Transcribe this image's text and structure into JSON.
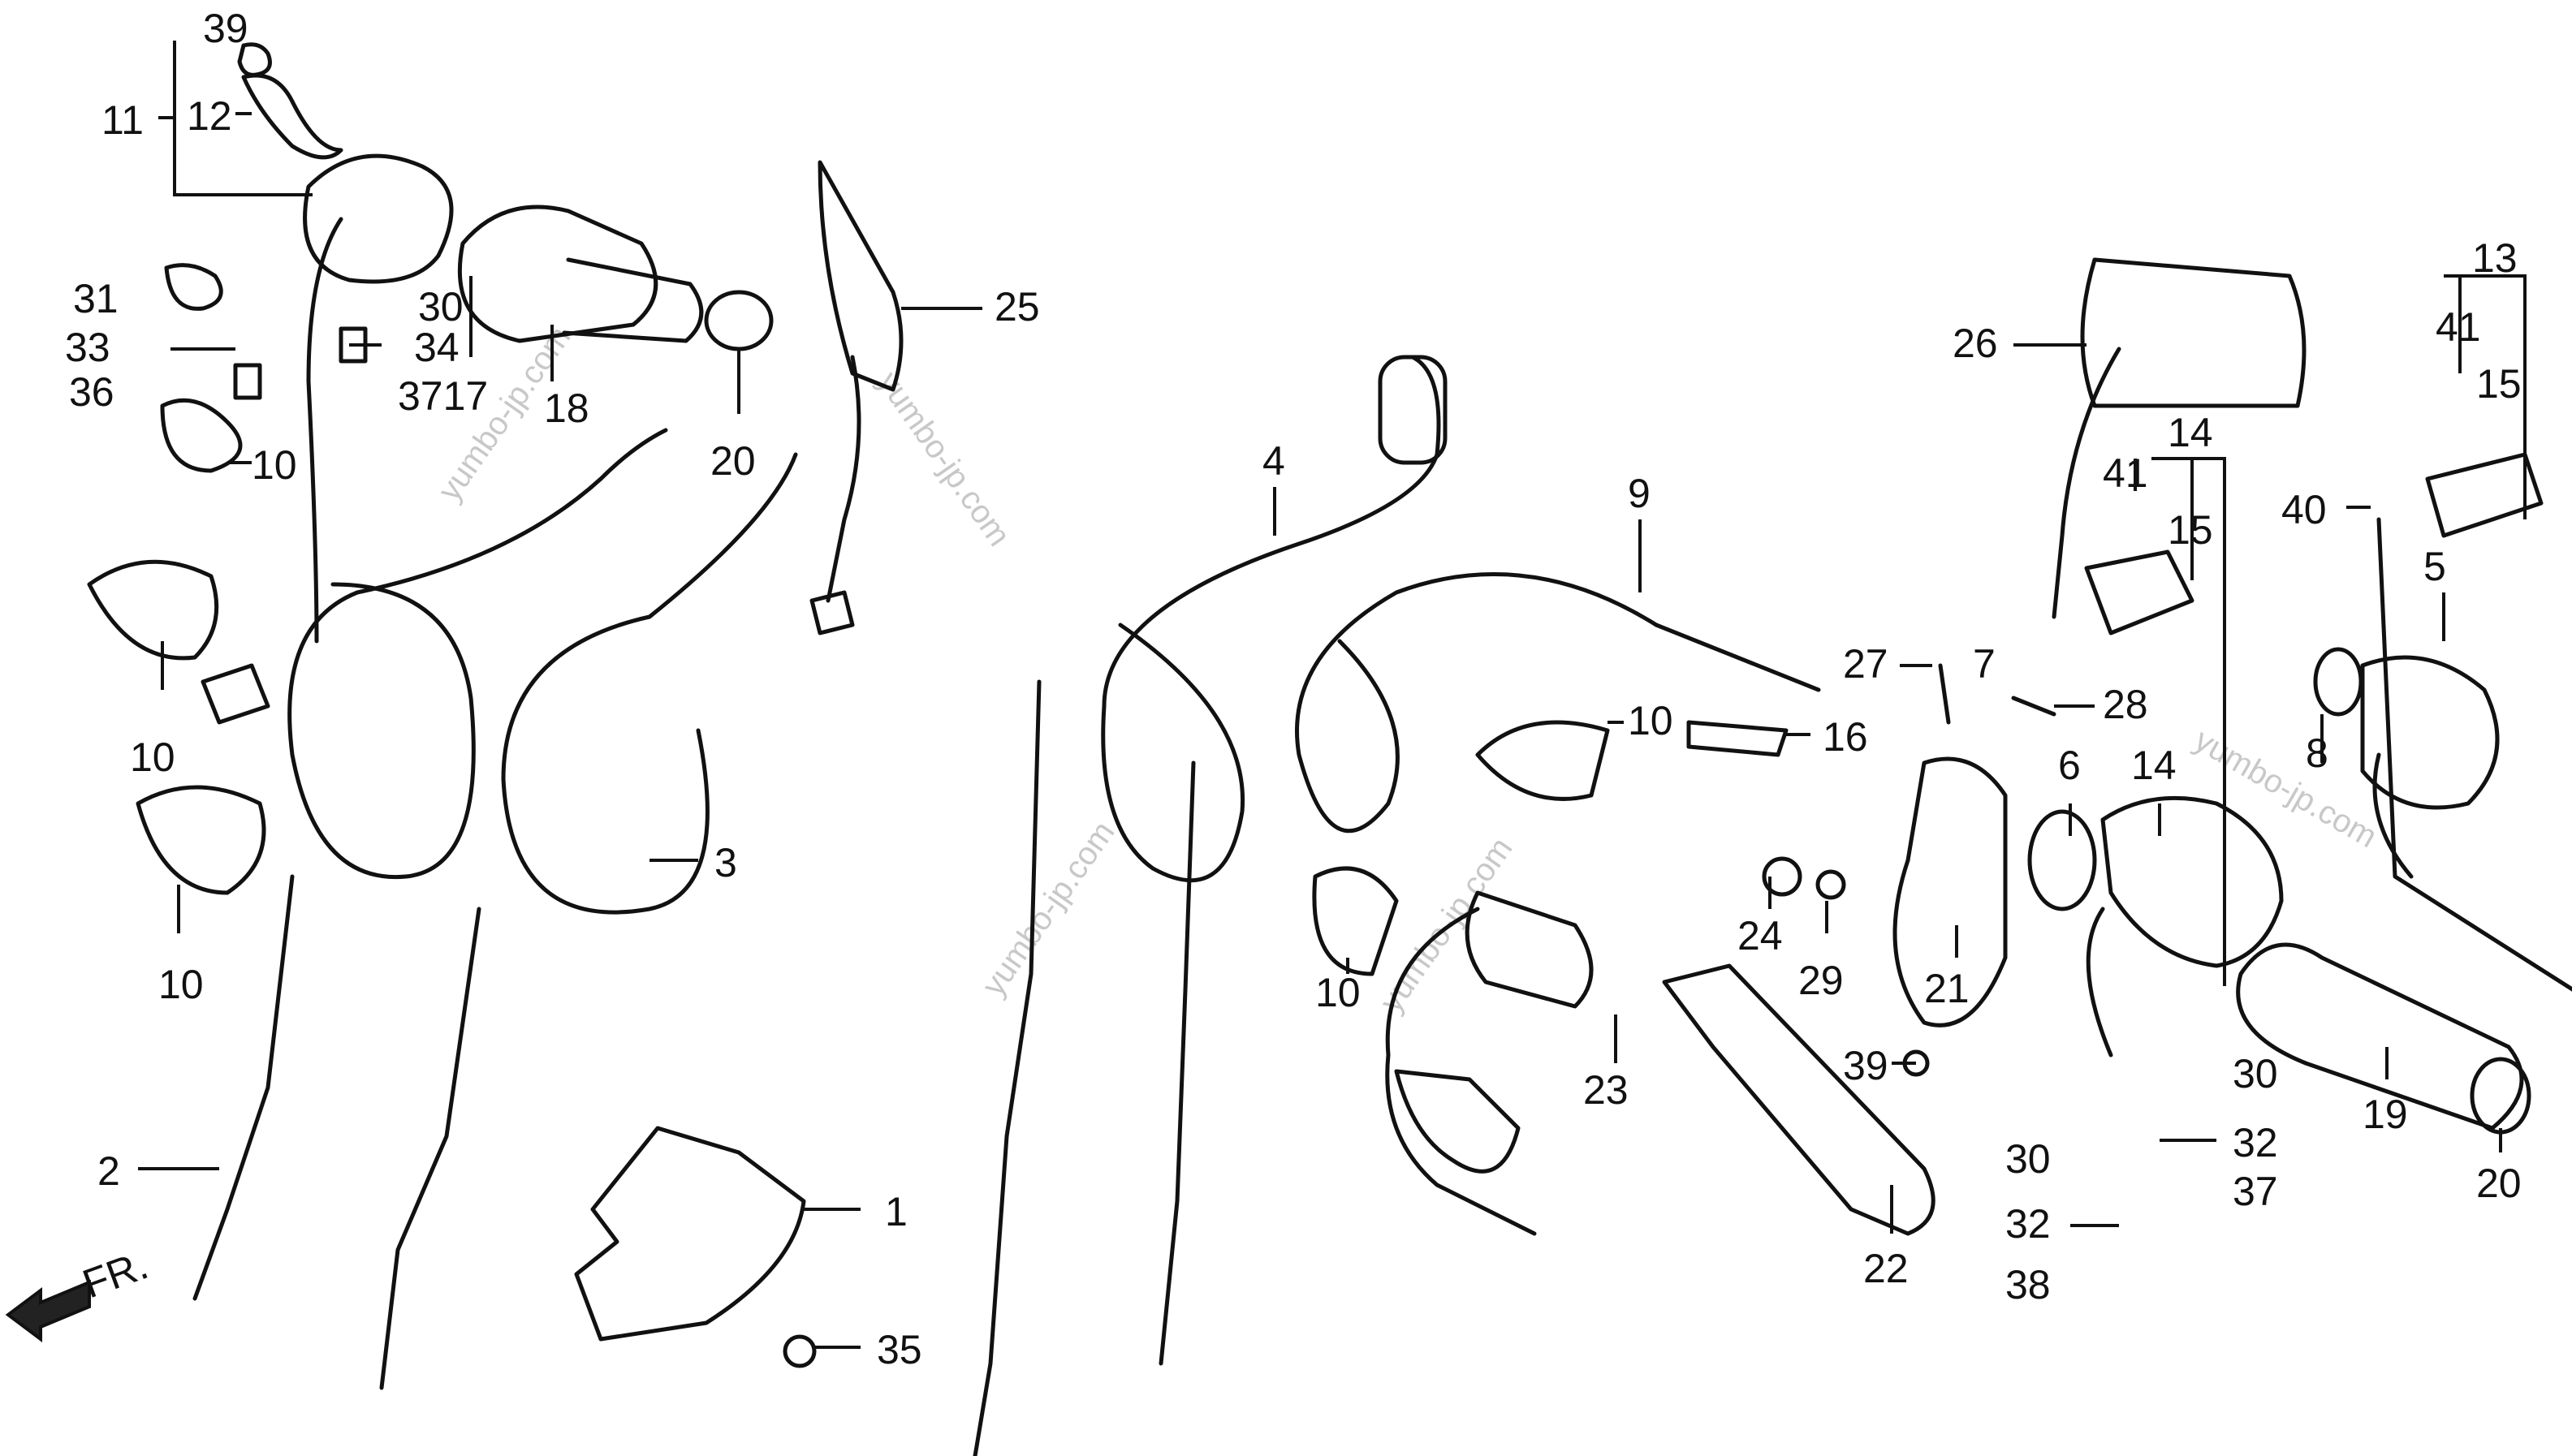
{
  "direction_label": "FR.",
  "watermark": "yumbo-jp.com",
  "callouts": [
    {
      "id": "c39a",
      "text": "39"
    },
    {
      "id": "c11",
      "text": "11"
    },
    {
      "id": "c12",
      "text": "12"
    },
    {
      "id": "c31",
      "text": "31"
    },
    {
      "id": "c33",
      "text": "33"
    },
    {
      "id": "c36",
      "text": "36"
    },
    {
      "id": "c10a",
      "text": "10"
    },
    {
      "id": "c10b",
      "text": "10"
    },
    {
      "id": "c10c",
      "text": "10"
    },
    {
      "id": "c30a",
      "text": "30"
    },
    {
      "id": "c34",
      "text": "34"
    },
    {
      "id": "c3717",
      "text": "3717"
    },
    {
      "id": "c18",
      "text": "18"
    },
    {
      "id": "c20a",
      "text": "20"
    },
    {
      "id": "c25",
      "text": "25"
    },
    {
      "id": "c2",
      "text": "2"
    },
    {
      "id": "c3",
      "text": "3"
    },
    {
      "id": "c1",
      "text": "1"
    },
    {
      "id": "c35",
      "text": "35"
    },
    {
      "id": "c4",
      "text": "4"
    },
    {
      "id": "c9",
      "text": "9"
    },
    {
      "id": "c10d",
      "text": "10"
    },
    {
      "id": "c16",
      "text": "16"
    },
    {
      "id": "c10e",
      "text": "10"
    },
    {
      "id": "c27",
      "text": "27"
    },
    {
      "id": "c7",
      "text": "7"
    },
    {
      "id": "c28",
      "text": "28"
    },
    {
      "id": "c24",
      "text": "24"
    },
    {
      "id": "c29",
      "text": "29"
    },
    {
      "id": "c21",
      "text": "21"
    },
    {
      "id": "c23",
      "text": "23"
    },
    {
      "id": "c39b",
      "text": "39"
    },
    {
      "id": "c22",
      "text": "22"
    },
    {
      "id": "c26",
      "text": "26"
    },
    {
      "id": "c14a",
      "text": "14"
    },
    {
      "id": "c41a",
      "text": "41"
    },
    {
      "id": "c15a",
      "text": "15"
    },
    {
      "id": "c6",
      "text": "6"
    },
    {
      "id": "c14b",
      "text": "14"
    },
    {
      "id": "c13",
      "text": "13"
    },
    {
      "id": "c41b",
      "text": "41"
    },
    {
      "id": "c15b",
      "text": "15"
    },
    {
      "id": "c40",
      "text": "40"
    },
    {
      "id": "c5",
      "text": "5"
    },
    {
      "id": "c8",
      "text": "8"
    },
    {
      "id": "c30b",
      "text": "30"
    },
    {
      "id": "c19",
      "text": "19"
    },
    {
      "id": "c20b",
      "text": "20"
    },
    {
      "id": "c32a",
      "text": "32"
    },
    {
      "id": "c37",
      "text": "37"
    },
    {
      "id": "c30c",
      "text": "30"
    },
    {
      "id": "c32b",
      "text": "32"
    },
    {
      "id": "c38",
      "text": "38"
    }
  ]
}
